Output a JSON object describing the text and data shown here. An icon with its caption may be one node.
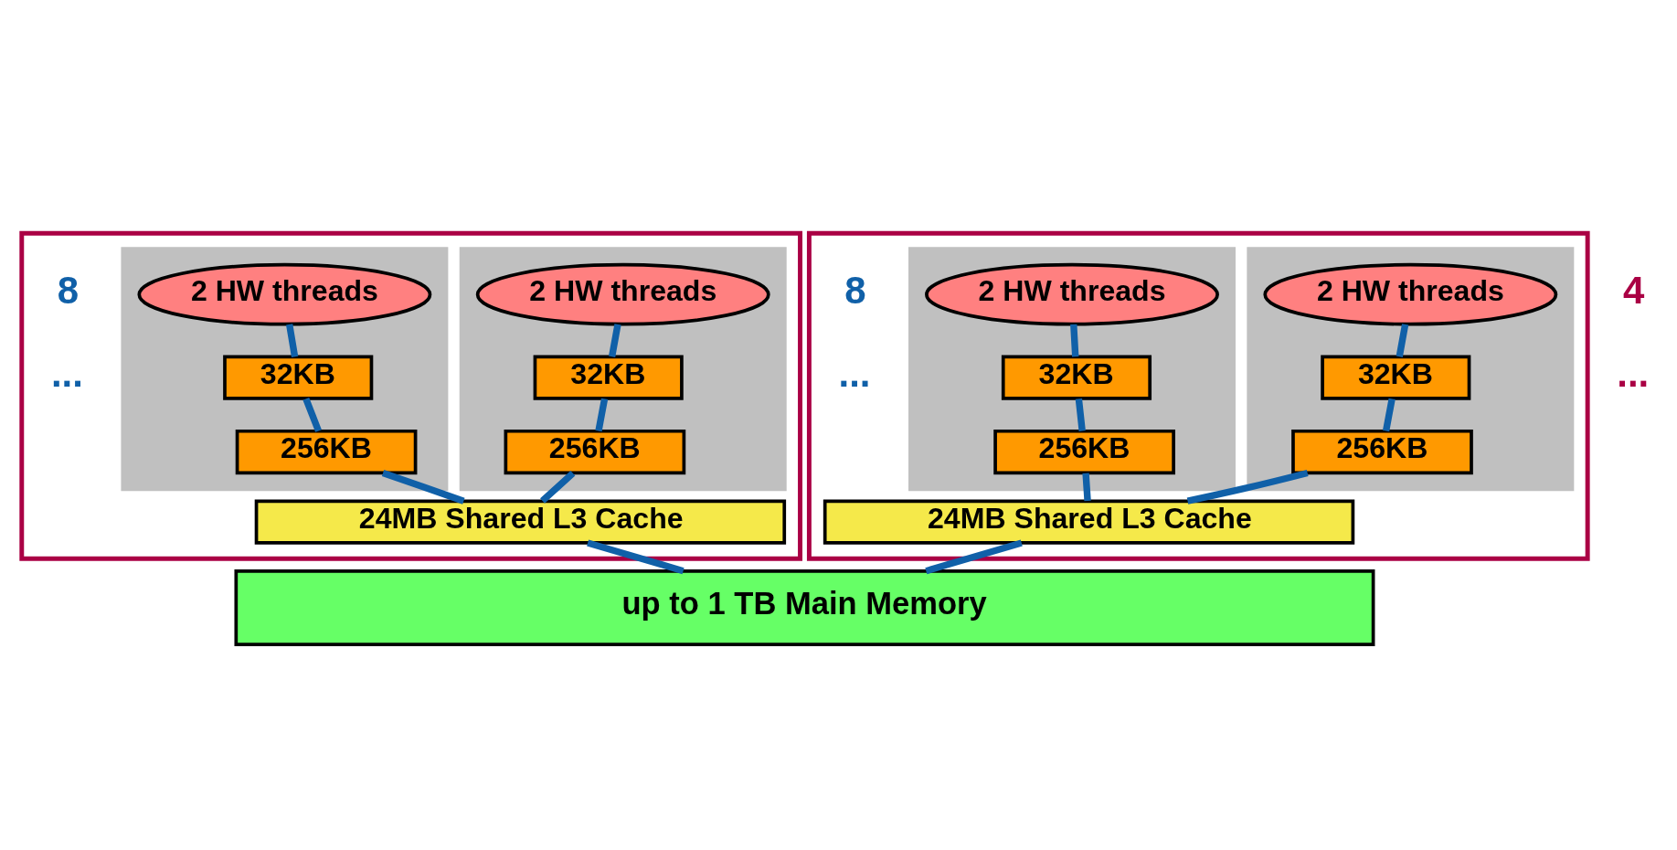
{
  "diagram": {
    "nodes": [
      {
        "text": [],
        "shape": "box"
      },
      {
        "text": [],
        "shape": "box",
        "in": 0
      },
      {
        "text": [
          "2 HW threads"
        ],
        "in": 1
      },
      {
        "text": [
          "32KB"
        ],
        "in": 1
      },
      {
        "text": [
          "256KB"
        ],
        "in": 1
      },
      {
        "text": [],
        "shape": "box",
        "in": 0
      },
      {
        "text": [
          "2 HW threads"
        ],
        "in": 5
      },
      {
        "text": [
          "32KB"
        ],
        "in": 5
      },
      {
        "text": [
          "256KB"
        ],
        "in": 5
      },
      {
        "text": [
          "24MB Shared L3 Cache"
        ],
        "in": 0
      },
      {
        "text": [],
        "shape": "box"
      },
      {
        "text": [],
        "shape": "box",
        "in": 10
      },
      {
        "text": [
          "2 HW threads"
        ],
        "in": 11
      },
      {
        "text": [
          "32KB"
        ],
        "in": 11
      },
      {
        "text": [
          "256KB"
        ],
        "in": 11
      },
      {
        "text": [],
        "shape": "box",
        "in": 10
      },
      {
        "text": [
          "2 HW threads"
        ],
        "in": 15
      },
      {
        "text": [
          "32KB"
        ],
        "in": 15
      },
      {
        "text": [
          "256KB"
        ],
        "in": 15
      },
      {
        "text": [
          "24MB Shared L3 Cache"
        ],
        "in": 10
      },
      {
        "text": [
          "up to 1 TB Main Memory"
        ]
      }
    ],
    "edges": [
      {
        "from": 2,
        "to": 3,
        "arrow": "none"
      },
      {
        "from": 3,
        "to": 4,
        "arrow": "none"
      },
      {
        "from": 4,
        "to": 9,
        "arrow": "none"
      },
      {
        "from": 6,
        "to": 7,
        "arrow": "none"
      },
      {
        "from": 7,
        "to": 8,
        "arrow": "none"
      },
      {
        "from": 8,
        "to": 9,
        "arrow": "none"
      },
      {
        "from": 12,
        "to": 13,
        "arrow": "none"
      },
      {
        "from": 13,
        "to": 14,
        "arrow": "none"
      },
      {
        "from": 14,
        "to": 19,
        "arrow": "none"
      },
      {
        "from": 16,
        "to": 17,
        "arrow": "none"
      },
      {
        "from": 17,
        "to": 18,
        "arrow": "none"
      },
      {
        "from": 18,
        "to": 19,
        "arrow": "none"
      },
      {
        "from": 9,
        "to": 20,
        "arrow": "none"
      },
      {
        "from": 19,
        "to": 20,
        "arrow": "none"
      }
    ],
    "labels": [
      "8",
      "...",
      "4",
      "...",
      "8",
      "..."
    ]
  }
}
